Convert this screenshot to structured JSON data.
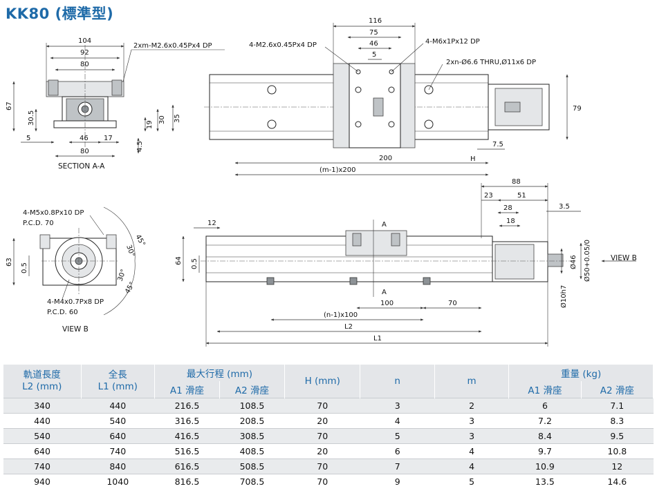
{
  "title": "KK80 (標準型)",
  "drawing": {
    "section_view": {
      "caption": "SECTION A-A",
      "dims": [
        "104",
        "92",
        "80",
        "67",
        "30.5",
        "19",
        "30",
        "35",
        "5",
        "46",
        "17",
        "80",
        "4.5"
      ],
      "callout": "2xm-M2.6x0.45Px4 DP"
    },
    "top_view": {
      "dims": [
        "116",
        "75",
        "46",
        "5",
        "200",
        "7.5",
        "H",
        "(m-1)x200",
        "79"
      ],
      "callouts": [
        "4-M2.6x0.45Px4 DP",
        "4-M6x1Px12 DP",
        "2xn-Ø6.6 THRU,Ø11x6 DP"
      ]
    },
    "view_b": {
      "caption": "VIEW B",
      "callouts": [
        "4-M5x0.8Px10 DP",
        "P.C.D. 70",
        "4-M4x0.7Px8 DP",
        "P.C.D. 60"
      ],
      "angles": [
        "45°",
        "30°",
        "30°",
        "45°"
      ],
      "dims": [
        "63",
        "0.5"
      ]
    },
    "side_view": {
      "dims": [
        "88",
        "23",
        "51",
        "28",
        "3.5",
        "18",
        "12",
        "64",
        "0.5",
        "100",
        "70",
        "(n-1)x100",
        "L2",
        "L1",
        "Ø46",
        "Ø50+0.05/0",
        "Ø10h7"
      ],
      "section_marks": [
        "A",
        "A"
      ],
      "view_label": "VIEW B"
    }
  },
  "table": {
    "headers": {
      "rail_length": "軌道長度\nL2 (mm)",
      "rail_length_l1": "軌道長度",
      "rail_length_l2": "L2 (mm)",
      "overall_l1": "全長",
      "overall_l2": "L1 (mm)",
      "max_stroke": "最大行程 (mm)",
      "a1": "A1 滑座",
      "a2": "A2 滑座",
      "h": "H (mm)",
      "n": "n",
      "m": "m",
      "weight": "重量 (kg)",
      "w_a1": "A1 滑座",
      "w_a2": "A2 滑座"
    },
    "rows": [
      [
        "340",
        "440",
        "216.5",
        "108.5",
        "70",
        "3",
        "2",
        "6",
        "7.1"
      ],
      [
        "440",
        "540",
        "316.5",
        "208.5",
        "20",
        "4",
        "3",
        "7.2",
        "8.3"
      ],
      [
        "540",
        "640",
        "416.5",
        "308.5",
        "70",
        "5",
        "3",
        "8.4",
        "9.5"
      ],
      [
        "640",
        "740",
        "516.5",
        "408.5",
        "20",
        "6",
        "4",
        "9.7",
        "10.8"
      ],
      [
        "740",
        "840",
        "616.5",
        "508.5",
        "70",
        "7",
        "4",
        "10.9",
        "12"
      ],
      [
        "940",
        "1040",
        "816.5",
        "708.5",
        "70",
        "9",
        "5",
        "13.5",
        "14.6"
      ]
    ]
  }
}
